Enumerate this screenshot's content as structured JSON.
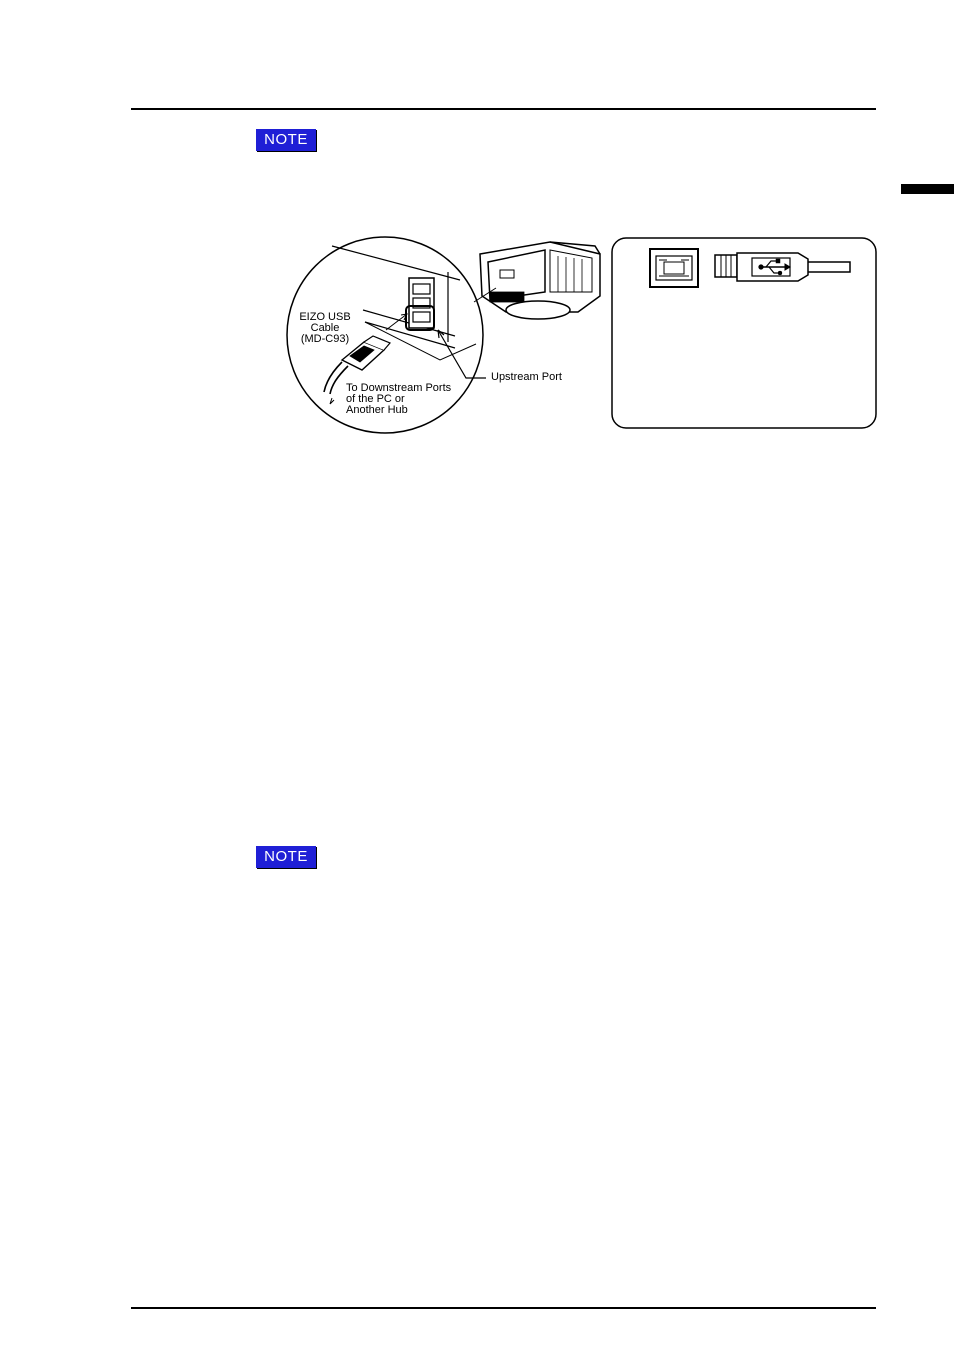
{
  "notes": [
    {
      "label": "NOTE"
    },
    {
      "label": "NOTE"
    }
  ],
  "figure": {
    "cable_label": [
      "EIZO USB",
      "Cable",
      "(MD-C93)"
    ],
    "downstream_label": [
      "To Downstream Ports",
      "of the PC or",
      "Another Hub"
    ],
    "upstream_label": "Upstream Port"
  }
}
